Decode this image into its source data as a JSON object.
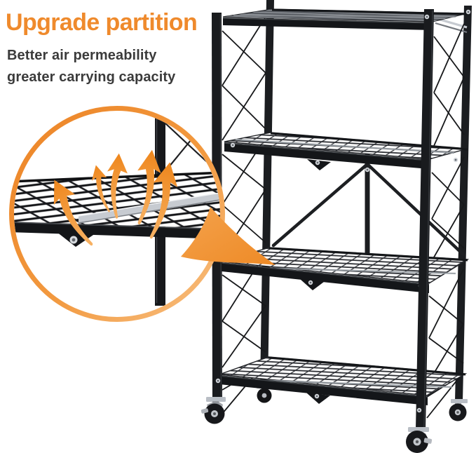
{
  "headline": {
    "text": "Upgrade partition",
    "color": "#EF8A2C"
  },
  "subheadline": {
    "lines": [
      "Better air permeability",
      "greater carrying capacity"
    ],
    "color": "#3B3B3B"
  },
  "page": {
    "background": "#FFFFFF"
  },
  "callout": {
    "type": "magnifier-detail-circle",
    "airflow_arrow_count": 5,
    "ring_color_start": "#EC8426",
    "ring_color_end": "#F8C184",
    "arrow_color_top": "#EE861C",
    "arrow_color_bottom": "#F7B264",
    "pointer_color": "#F0923A"
  },
  "product_graphic": {
    "description_visible": "black foldable wire-mesh shelving rack",
    "tier_count": 4,
    "caster_count": 4,
    "frame_color": "#1B1D20",
    "mesh_line_color": "#24262B",
    "metal_silver": "#C9CDD2"
  }
}
